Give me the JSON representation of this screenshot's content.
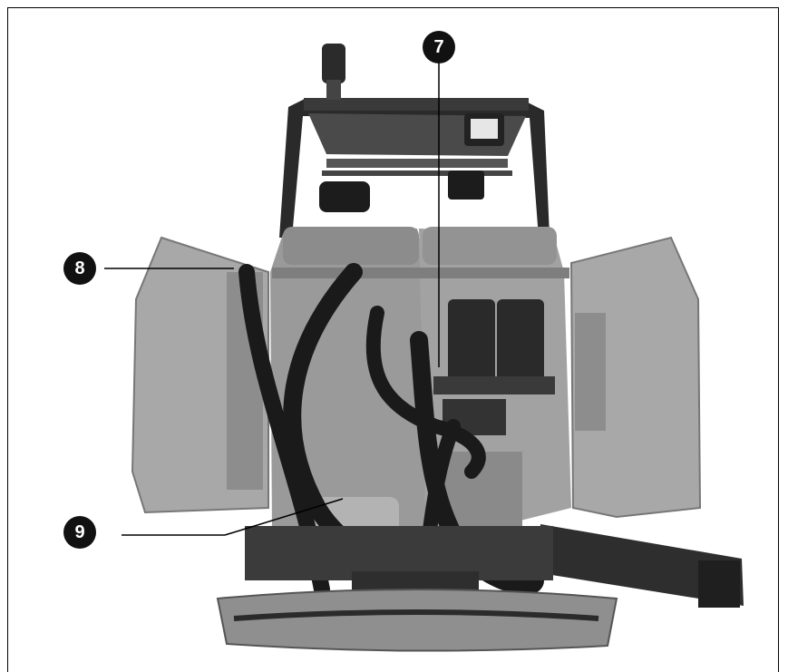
{
  "figure": {
    "callouts": [
      {
        "id": "7",
        "label": "7"
      },
      {
        "id": "8",
        "label": "8"
      },
      {
        "id": "9",
        "label": "9"
      }
    ],
    "colors": {
      "background": "#ffffff",
      "frame": "#000000",
      "callout_fill": "#111111",
      "callout_text": "#ffffff",
      "body_gray": "#9a9a9a",
      "panel_gray": "#a8a8a8",
      "hose_black": "#1a1a1a",
      "metal_dark": "#2a2a2a"
    }
  }
}
